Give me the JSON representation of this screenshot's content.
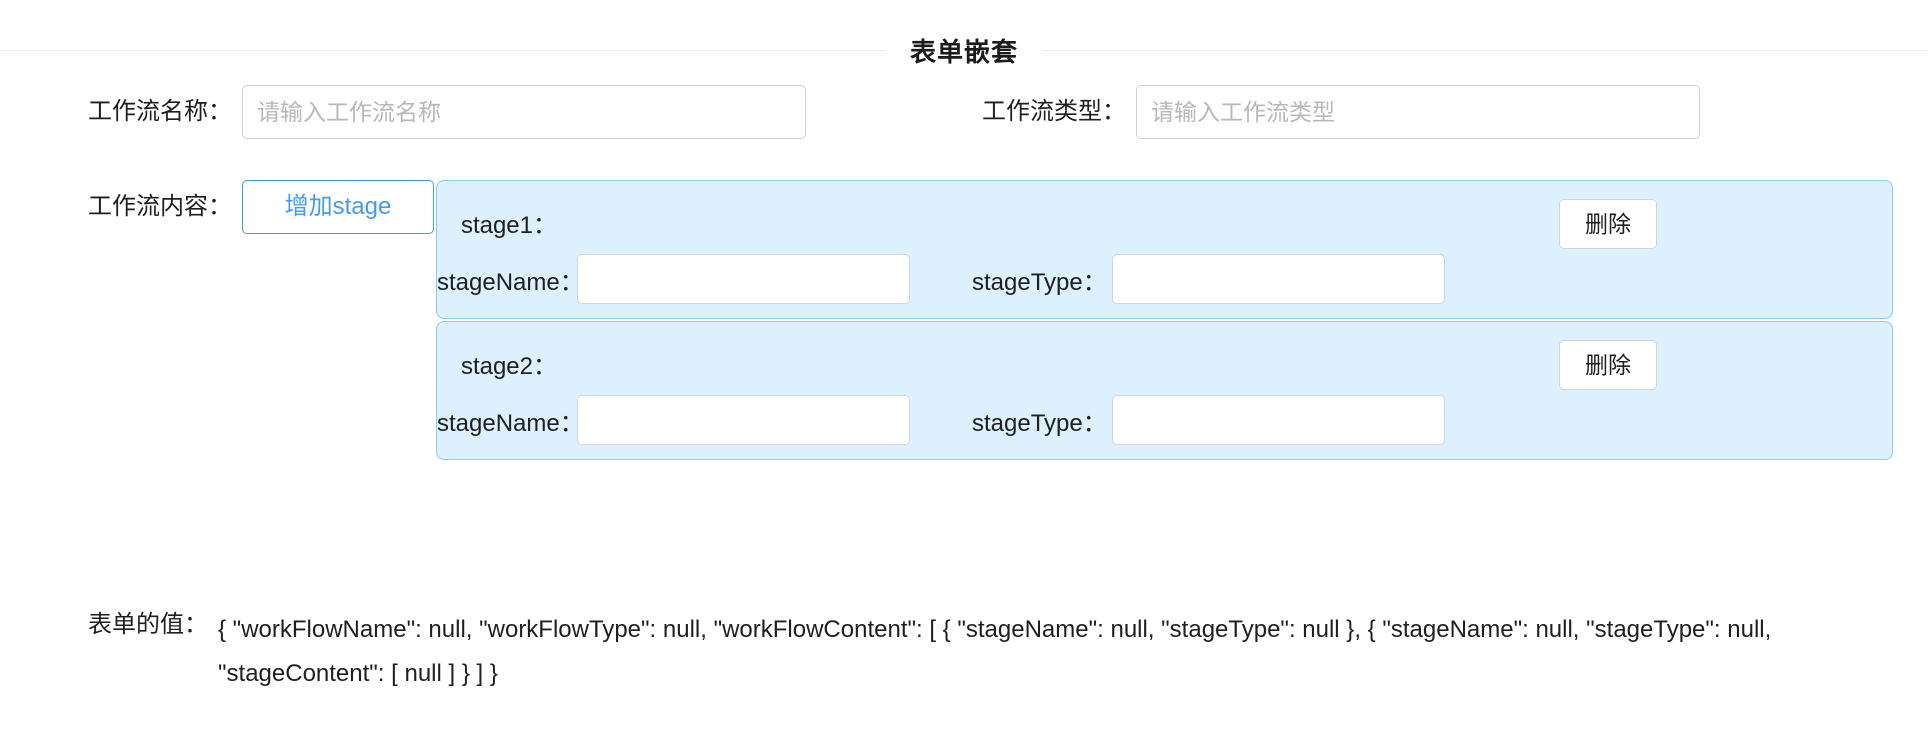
{
  "header": {
    "title": "表单嵌套"
  },
  "form": {
    "workflow_name": {
      "label": "工作流名称：",
      "placeholder": "请输入工作流名称",
      "value": ""
    },
    "workflow_type": {
      "label": "工作流类型：",
      "placeholder": "请输入工作流类型",
      "value": ""
    },
    "workflow_content": {
      "label": "工作流内容：",
      "add_stage_label": "增加stage"
    },
    "stages": [
      {
        "heading": "stage1：",
        "delete_label": "删除",
        "stage_name": {
          "label": "stageName：",
          "placeholder": "",
          "value": ""
        },
        "stage_type": {
          "label": "stageType：",
          "placeholder": "",
          "value": ""
        }
      },
      {
        "heading": "stage2：",
        "delete_label": "删除",
        "stage_name": {
          "label": "stageName：",
          "placeholder": "",
          "value": ""
        },
        "stage_type": {
          "label": "stageType：",
          "placeholder": "",
          "value": ""
        }
      }
    ],
    "form_value": {
      "label": "表单的值：",
      "text": "{ \"workFlowName\": null, \"workFlowType\": null, \"workFlowContent\": [ { \"stageName\": null, \"stageType\": null }, { \"stageName\": null, \"stageType\": null, \"stageContent\": [ null ] } ] }"
    }
  },
  "colors": {
    "accent": "#3f9cf6",
    "panel_background": "#dcf0fd",
    "panel_border": "#85cdf5",
    "input_border": "#cfcfcf",
    "divider": "#ececec"
  }
}
